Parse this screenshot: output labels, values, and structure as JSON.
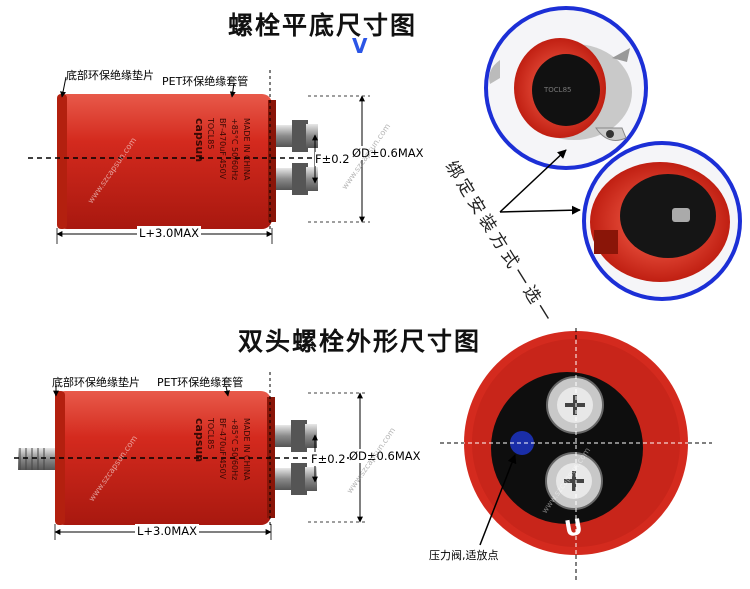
{
  "section_top": {
    "title": "螺栓平底尺寸图",
    "marker": "V",
    "label_bottom_pad": "底部环保绝缘垫片",
    "label_sleeve": "PET环保绝缘套管",
    "dim_f": "F±0.2",
    "dim_d": "ØD±0.6MAX",
    "dim_l": "L+3.0MAX",
    "install_note": "绑定安装方式一选一"
  },
  "section_bottom": {
    "title": "双头螺栓外形尺寸图",
    "label_bottom_pad": "底部环保绝缘垫片",
    "label_sleeve": "PET环保绝缘套管",
    "dim_f": "F±0.2",
    "dim_d": "ØD±0.6MAX",
    "dim_l": "L+3.0MAX",
    "vent_label": "压力阀,适放点"
  },
  "watermark": "www.szcapsun.com",
  "colors": {
    "capacitor_red": "#d42a1e",
    "ring_blue": "#1c2fd6",
    "marker_blue": "#2b55e6"
  }
}
